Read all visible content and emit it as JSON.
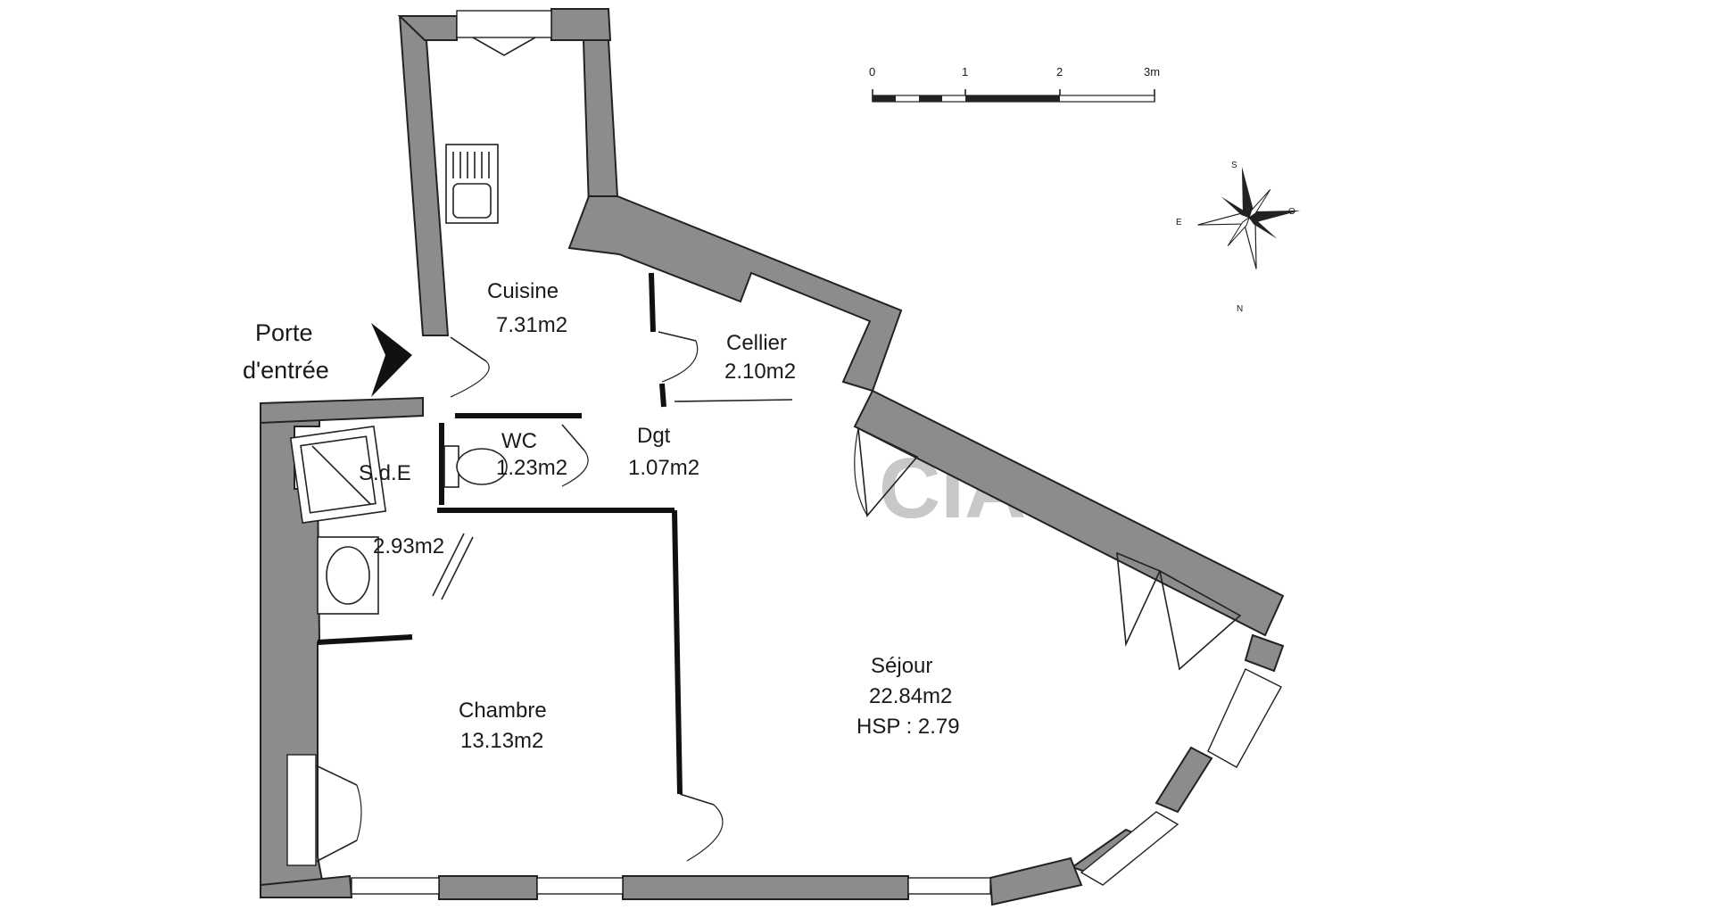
{
  "entrance": {
    "line1": "Porte",
    "line2": "d'entrée"
  },
  "rooms": {
    "cuisine": {
      "name": "Cuisine",
      "area": "7.31m2"
    },
    "cellier": {
      "name": "Cellier",
      "area": "2.10m2"
    },
    "wc": {
      "name": "WC",
      "area": "1.23m2"
    },
    "dgt": {
      "name": "Dgt",
      "area": "1.07m2"
    },
    "sde": {
      "name": "S.d.E",
      "area": "2.93m2"
    },
    "chambre": {
      "name": "Chambre",
      "area": "13.13m2"
    },
    "sejour": {
      "name": "Séjour",
      "area": "22.84m2",
      "height": "HSP : 2.79"
    }
  },
  "scale_bar": {
    "ticks": [
      "0",
      "1",
      "2",
      "3m"
    ]
  },
  "compass": {
    "north": "N",
    "south": "S",
    "east": "E",
    "west": "O"
  },
  "watermark": {
    "text": "CIA"
  }
}
